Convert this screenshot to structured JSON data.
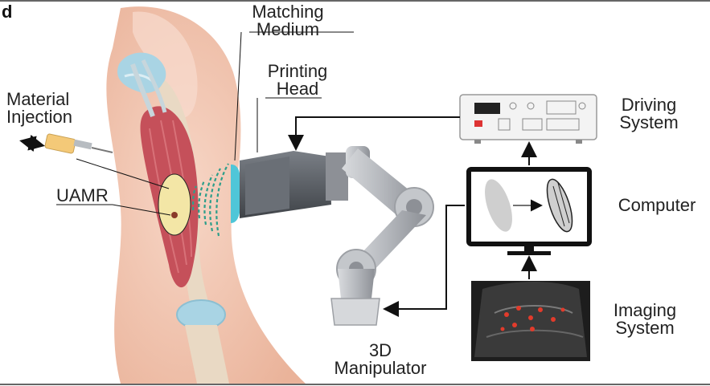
{
  "panel_letter": "d",
  "labels": {
    "matching_medium": [
      "Matching",
      "Medium"
    ],
    "printing_head": [
      "Printing",
      "Head"
    ],
    "material_injection": [
      "Material",
      "Injection"
    ],
    "uamr": "UAMR",
    "driving_system": [
      "Driving",
      "System"
    ],
    "computer": "Computer",
    "imaging_system": [
      "Imaging",
      "System"
    ],
    "manipulator": [
      "3D",
      "Manipulator"
    ]
  },
  "colors": {
    "skin": "#f2c4ad",
    "muscle": "#c5505a",
    "bone": "#e9d9c4",
    "cartilage": "#a9d4e4",
    "tumor": "#f3e6a6",
    "ultrasound_wave": "#2e9e8a",
    "coupling": "#4fc6d8",
    "device_dark": "#555a60",
    "robot": "#b9bcc0",
    "arrow": "#111111"
  },
  "icons": [
    "arm-anatomy-illustration",
    "syringe-icon",
    "robot-arm-icon",
    "monitor-icon",
    "ultrasound-image-icon",
    "driving-system-device-icon"
  ]
}
